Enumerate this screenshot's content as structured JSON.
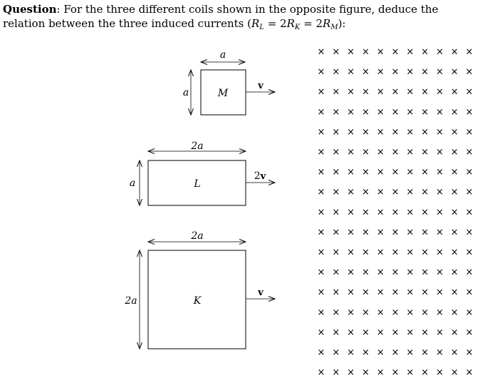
{
  "question": {
    "label": "Question",
    "text": "For the three different coils shown in the opposite figure, deduce the relation between the three induced currents",
    "relation_prefix": "(",
    "relation": {
      "R": "R",
      "sub_L": "L",
      "eq1": " = 2",
      "sub_K": "K",
      "eq2": " = 2",
      "sub_M": "M"
    },
    "relation_suffix": "):"
  },
  "coils": [
    {
      "name": "M",
      "width_label": "a",
      "height_label": "a",
      "velocity_label": "v",
      "velocity_coefficient": ""
    },
    {
      "name": "L",
      "width_label": "2a",
      "height_label": "a",
      "velocity_label": "v",
      "velocity_coefficient": "2"
    },
    {
      "name": "K",
      "width_label": "2a",
      "height_label": "2a",
      "velocity_label": "v",
      "velocity_coefficient": ""
    }
  ],
  "field": {
    "symbol": "×",
    "rows": 17,
    "columns": 11
  }
}
